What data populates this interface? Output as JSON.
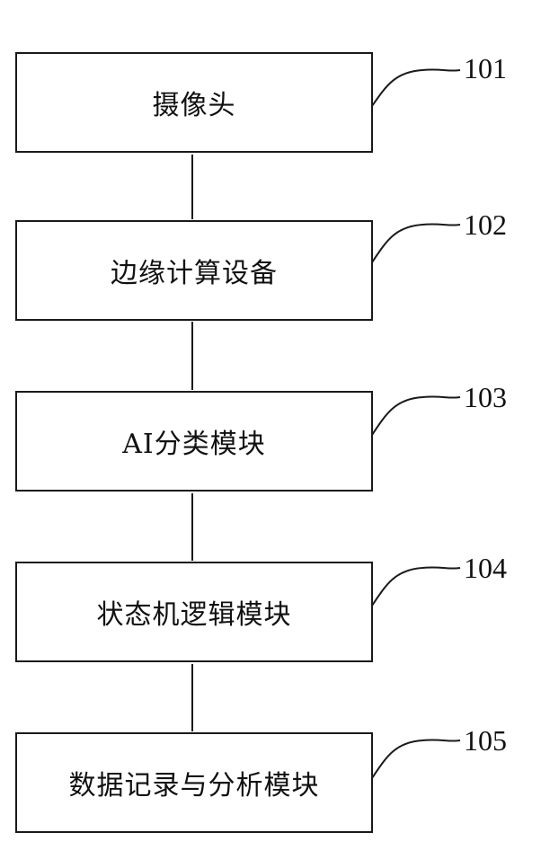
{
  "blocks": [
    {
      "label": "摄像头",
      "ref": "101"
    },
    {
      "label": "边缘计算设备",
      "ref": "102"
    },
    {
      "label": "AI分类模块",
      "ref": "103"
    },
    {
      "label": "状态机逻辑模块",
      "ref": "104"
    },
    {
      "label": "数据记录与分析模块",
      "ref": "105"
    }
  ],
  "colors": {
    "line": "#1a1a1a",
    "text": "#111111",
    "background": "#ffffff"
  }
}
